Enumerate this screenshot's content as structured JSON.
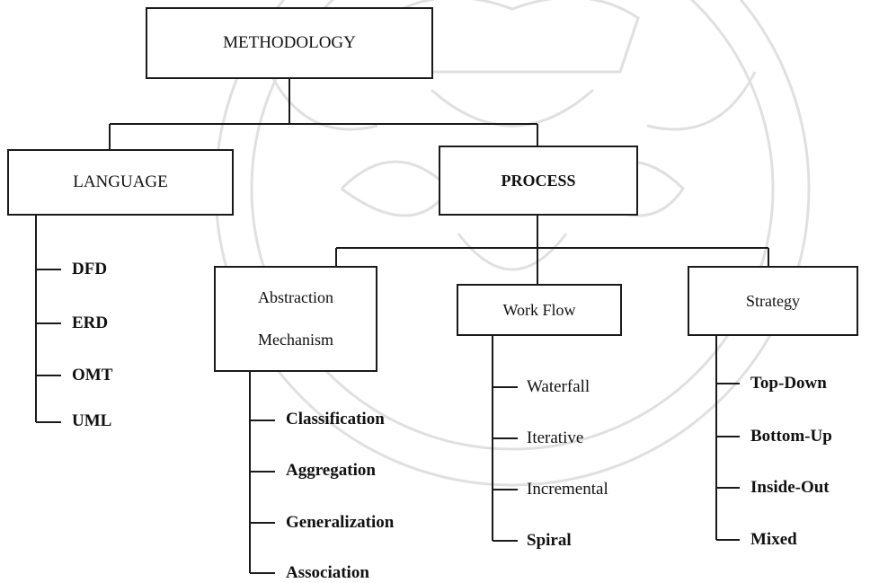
{
  "root": {
    "label": "METHODOLOGY"
  },
  "language": {
    "label": "LANGUAGE",
    "items": [
      "DFD",
      "ERD",
      "OMT",
      "UML"
    ]
  },
  "process": {
    "label": "PROCESS",
    "abstraction": {
      "label_line1": "Abstraction",
      "label_line2": "Mechanism",
      "items": [
        "Classification",
        "Aggregation",
        "Generalization",
        "Association"
      ]
    },
    "workflow": {
      "label": "Work Flow",
      "items": [
        "Waterfall",
        "Iterative",
        "Incremental",
        "Spiral"
      ]
    },
    "strategy": {
      "label": "Strategy",
      "items": [
        "Top-Down",
        "Bottom-Up",
        "Inside-Out",
        "Mixed"
      ]
    }
  },
  "colors": {
    "line": "#1a1a1a",
    "watermark": "#888888"
  }
}
